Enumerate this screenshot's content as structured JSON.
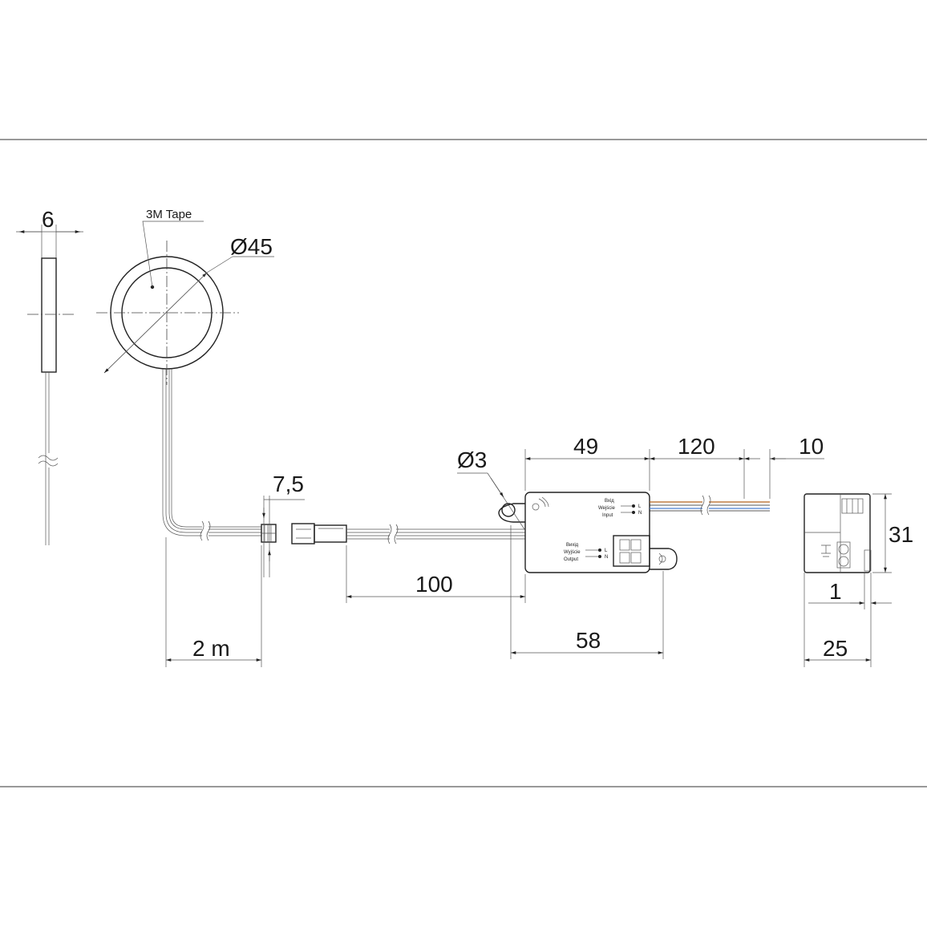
{
  "labels": {
    "thickness": "6",
    "tape": "3M Tape",
    "diameter": "Ø45",
    "connector": "7,5",
    "hole": "Ø3",
    "body_length": "49",
    "wire_length": "120",
    "strip_length": "10",
    "height": "31",
    "cable_length": "2 m",
    "cable_end": "100",
    "overall_length": "58",
    "clip_offset": "1",
    "depth": "25"
  },
  "module_text": {
    "input_ua": "Вхід",
    "input_pl": "Wejście",
    "input_en": "Input",
    "output_ua": "Вихід",
    "output_pl": "Wyjście",
    "output_en": "Output",
    "l": "L",
    "n": "N"
  },
  "colors": {
    "line": "#222222",
    "wire_brown": "#b5651d",
    "wire_blue": "#4a7fd0"
  }
}
